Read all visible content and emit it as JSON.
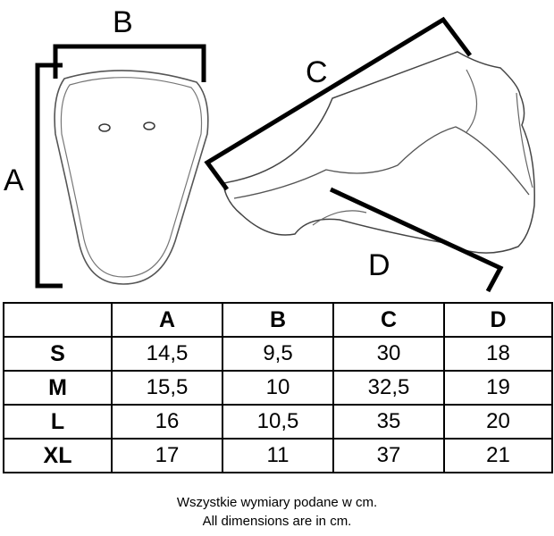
{
  "diagram": {
    "labels": {
      "a": "A",
      "b": "B",
      "c": "C",
      "d": "D"
    }
  },
  "table": {
    "columns": [
      "",
      "A",
      "B",
      "C",
      "D"
    ],
    "rows": [
      {
        "size": "S",
        "a": "14,5",
        "b": "9,5",
        "c": "30",
        "d": "18"
      },
      {
        "size": "M",
        "a": "15,5",
        "b": "10",
        "c": "32,5",
        "d": "19"
      },
      {
        "size": "L",
        "a": "16",
        "b": "10,5",
        "c": "35",
        "d": "20"
      },
      {
        "size": "XL",
        "a": "17",
        "b": "11",
        "c": "37",
        "d": "21"
      }
    ]
  },
  "notes": {
    "pl": "Wszystkie wymiary podane w cm.",
    "en": "All dimensions are in cm."
  }
}
